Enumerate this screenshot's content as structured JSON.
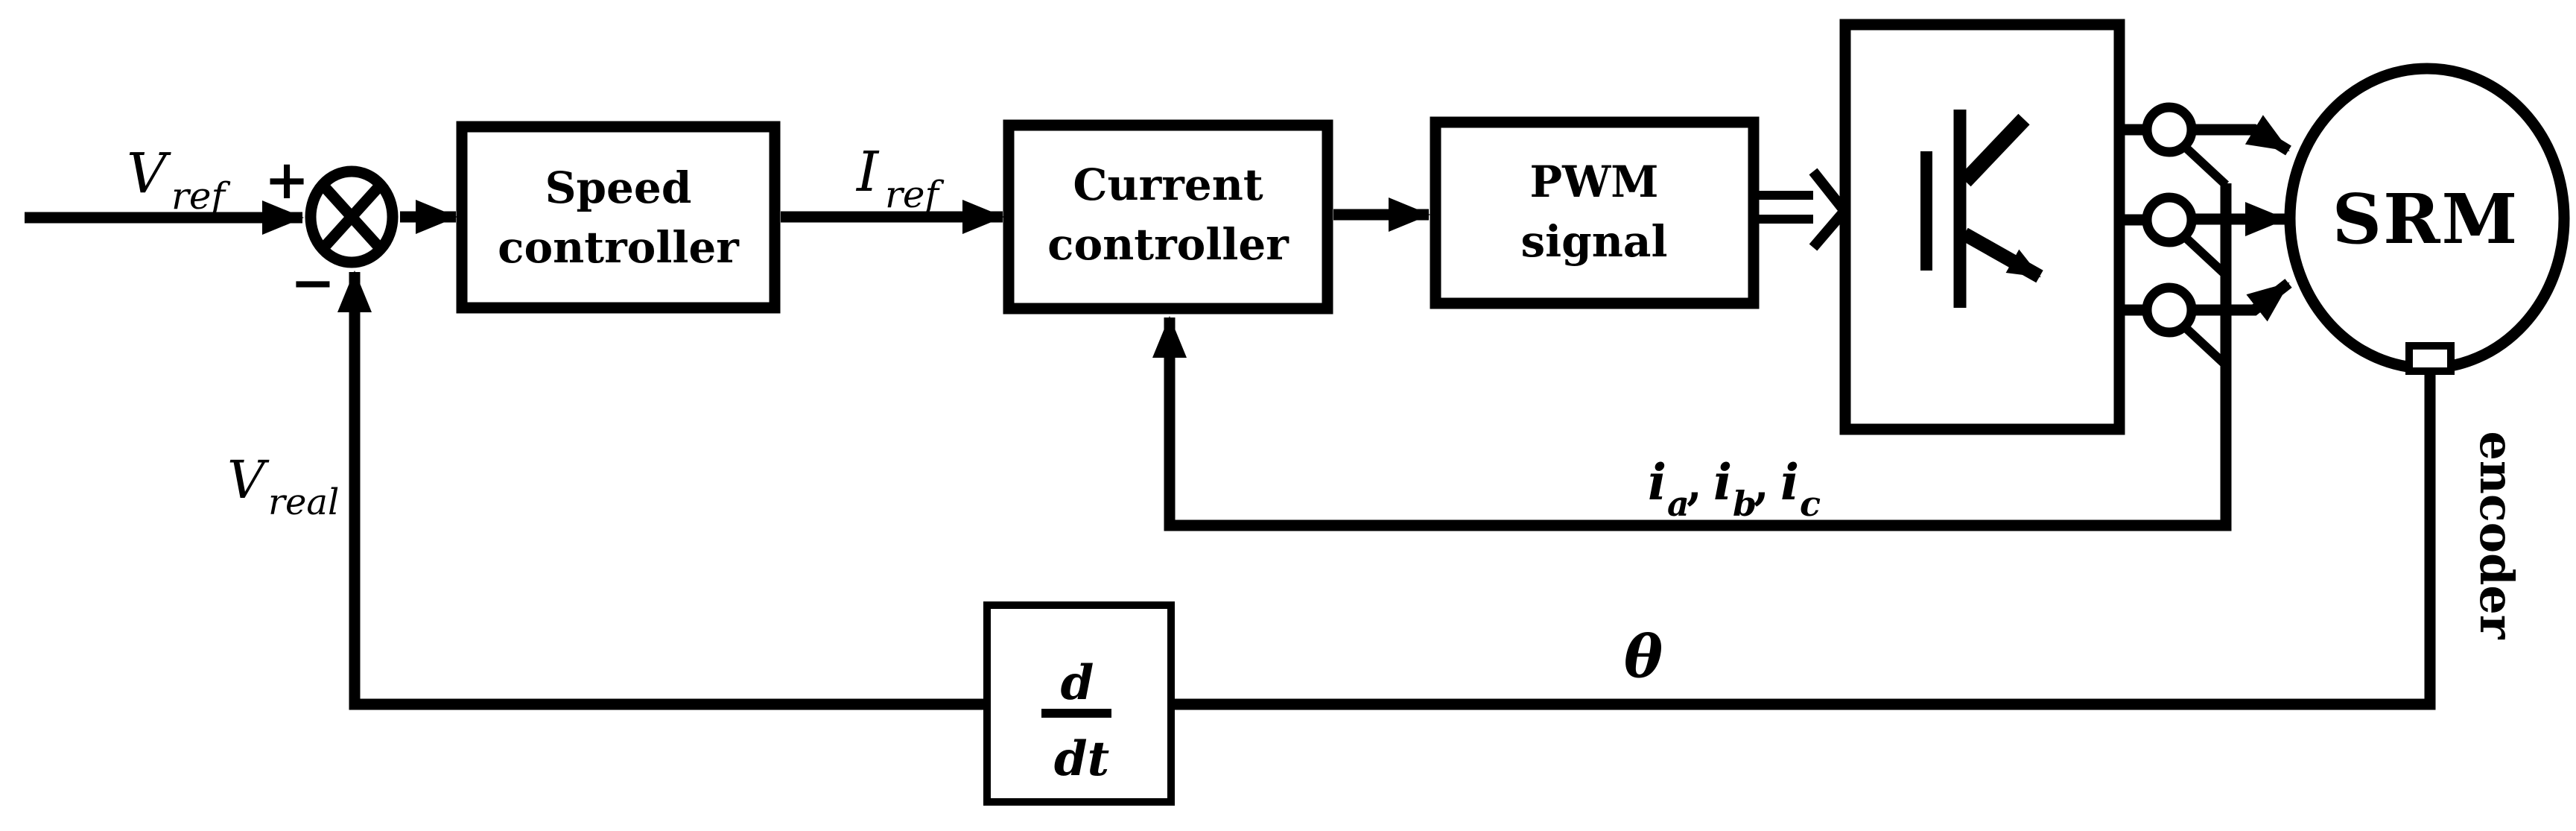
{
  "diagram": {
    "title": "SRM speed/current control loop block diagram",
    "colors": {
      "line": "#000000",
      "background": "#ffffff"
    },
    "labels": {
      "input_main": "V",
      "input_sub": "ref",
      "plus": "+",
      "minus": "−",
      "speed_line1": "Speed",
      "speed_line2": "controller",
      "iref_main": "I",
      "iref_sub": "ref",
      "current_line1": "Current",
      "current_line2": "controller",
      "pwm_line1": "PWM",
      "pwm_line2": "signal",
      "srm": "SRM",
      "encoder": "encoder",
      "vreal_main": "V",
      "vreal_sub": "real",
      "ia_main": "i",
      "ia_sub": "a",
      "comma1": ",",
      "ib_main": "i",
      "ib_sub": "b",
      "comma2": ",",
      "ic_main": "i",
      "ic_sub": "c",
      "theta": "θ",
      "ddt_num": "d",
      "ddt_den": "dt"
    }
  }
}
